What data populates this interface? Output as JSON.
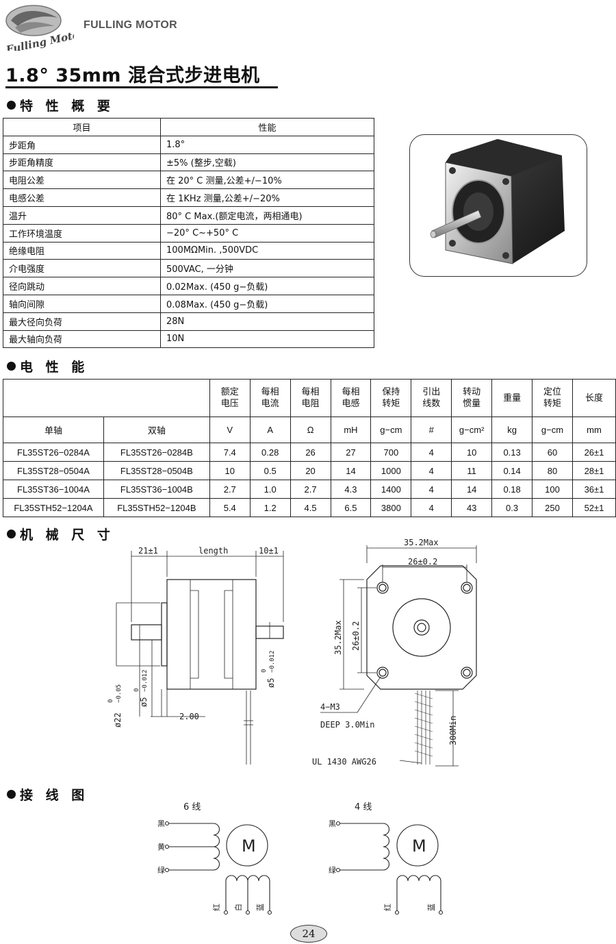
{
  "header": {
    "brand_name": "FULLING MOTOR",
    "logo_text": "Fulling Motor"
  },
  "title": {
    "main": "1.8° 35mm 混合式步进电机"
  },
  "sections": {
    "features": "特 性 概 要",
    "electrical": "电 性 能",
    "mechanical": "机 械 尺 寸",
    "wiring": "接 线 图"
  },
  "spec_table": {
    "headers": [
      "项目",
      "性能"
    ],
    "rows": [
      [
        "步距角",
        "1.8°"
      ],
      [
        "步距角精度",
        "±5% (整步,空载)"
      ],
      [
        "电阻公差",
        "在 20° C 测量,公差+/−10%"
      ],
      [
        "电感公差",
        "在 1KHz 测量,公差+/−20%"
      ],
      [
        "温升",
        "80° C Max.(额定电流，两相通电)"
      ],
      [
        "工作环境温度",
        "−20° C~+50° C"
      ],
      [
        "绝缘电阻",
        "100MΩMin. ,500VDC"
      ],
      [
        "介电强度",
        "500VAC, 一分钟"
      ],
      [
        "径向跳动",
        "0.02Max. (450 g−负载)"
      ],
      [
        "轴向间隙",
        "0.08Max. (450 g−负载)"
      ],
      [
        "最大径向负荷",
        "28N"
      ],
      [
        "最大轴向负荷",
        "10N"
      ]
    ]
  },
  "elec_table": {
    "headers": [
      "额定电压",
      "每相电流",
      "每相电阻",
      "每相电感",
      "保持转矩",
      "引出线数",
      "转动惯量",
      "重量",
      "定位转矩",
      "长度"
    ],
    "header_lines": [
      [
        "额定",
        "电压"
      ],
      [
        "每相",
        "电流"
      ],
      [
        "每相",
        "电阻"
      ],
      [
        "每相",
        "电感"
      ],
      [
        "保持",
        "转矩"
      ],
      [
        "引出",
        "线数"
      ],
      [
        "转动",
        "惯量"
      ],
      [
        "重量"
      ],
      [
        "定位",
        "转矩"
      ],
      [
        "长度"
      ]
    ],
    "model_headers": [
      "单轴",
      "双轴"
    ],
    "units": [
      "V",
      "A",
      "Ω",
      "mH",
      "g−cm",
      "#",
      "g−cm²",
      "kg",
      "g−cm",
      "mm"
    ],
    "rows": [
      [
        "FL35ST26−0284A",
        "FL35ST26−0284B",
        "7.4",
        "0.28",
        "26",
        "27",
        "700",
        "4",
        "10",
        "0.13",
        "60",
        "26±1"
      ],
      [
        "FL35ST28−0504A",
        "FL35ST28−0504B",
        "10",
        "0.5",
        "20",
        "14",
        "1000",
        "4",
        "11",
        "0.14",
        "80",
        "28±1"
      ],
      [
        "FL35ST36−1004A",
        "FL35ST36−1004B",
        "2.7",
        "1.0",
        "2.7",
        "4.3",
        "1400",
        "4",
        "14",
        "0.18",
        "100",
        "36±1"
      ],
      [
        "FL35STH52−1204A",
        "FL35STH52−1204B",
        "5.4",
        "1.2",
        "4.5",
        "6.5",
        "3800",
        "4",
        "43",
        "0.3",
        "250",
        "52±1"
      ]
    ]
  },
  "dimensions": {
    "front_left": "21±1",
    "length": "length",
    "rear": "10±1",
    "flange_dia": "ø22",
    "flange_tol_top": "0",
    "flange_tol_bot": "−0.05",
    "shaft_dia": "ø5",
    "shaft_tol_top": "0",
    "shaft_tol_bot": "−0.012",
    "rear_shaft_dia": "ø5",
    "flange_thickness": "2.00",
    "width_max": "35.2Max",
    "hole_spacing": "26±0.2",
    "height_max": "35.2Max",
    "hole_spacing_v": "26±0.2",
    "holes": "4−M3",
    "depth": "DEEP 3.0Min",
    "lead_length": "300Min",
    "cable": "UL 1430 AWG26"
  },
  "wiring": {
    "six_wire": {
      "title": "6 线",
      "left_labels": [
        "黑",
        "黄",
        "绿"
      ],
      "bottom_labels": [
        "红",
        "白",
        "蓝"
      ],
      "motor": "M"
    },
    "four_wire": {
      "title": "4 线",
      "left_labels": [
        "黑",
        "绿"
      ],
      "bottom_labels": [
        "红",
        "蓝"
      ],
      "motor": "M"
    }
  },
  "footer": {
    "page_number": "24"
  }
}
